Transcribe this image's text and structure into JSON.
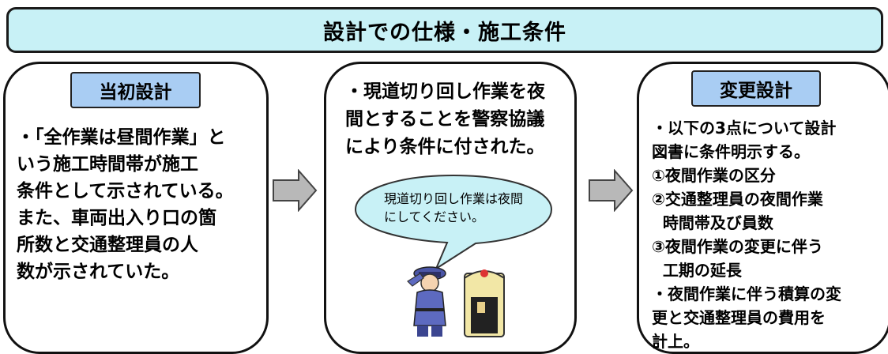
{
  "title": "設計での仕様・施工条件",
  "panels": {
    "initial": {
      "label": "当初設計",
      "text": "・「全作業は昼間作業」と\nいう施工時間帯が施工\n条件として示されている。\nまた、車両出入り口の箇\n所数と交通整理員の人\n数が示されていた。"
    },
    "middle": {
      "text": "・現道切り回し作業を夜\n間とすることを警察協議\nにより条件に付された。",
      "speech_bubble": "現道切り回し作業は夜間\nにしてください。"
    },
    "changed": {
      "label": "変更設計",
      "text": "・以下の3点について設計\n図書に条件明示する。\n①夜間作業の区分\n②交通整理員の夜間作業\n  時間帯及び員数\n③夜間作業の変更に伴う\n  工期の延長\n・夜間作業に伴う積算の変\n更と交通整理員の費用を\n計上。"
    }
  },
  "colors": {
    "title_bg": "#c8f1f6",
    "label_bg": "#a9cdf3",
    "bubble_bg": "#c8f1f6",
    "arrow_fill": "#b8b8b8"
  },
  "icons": {
    "arrow": "right-arrow-icon",
    "illustration": "police-officer-illustration"
  }
}
